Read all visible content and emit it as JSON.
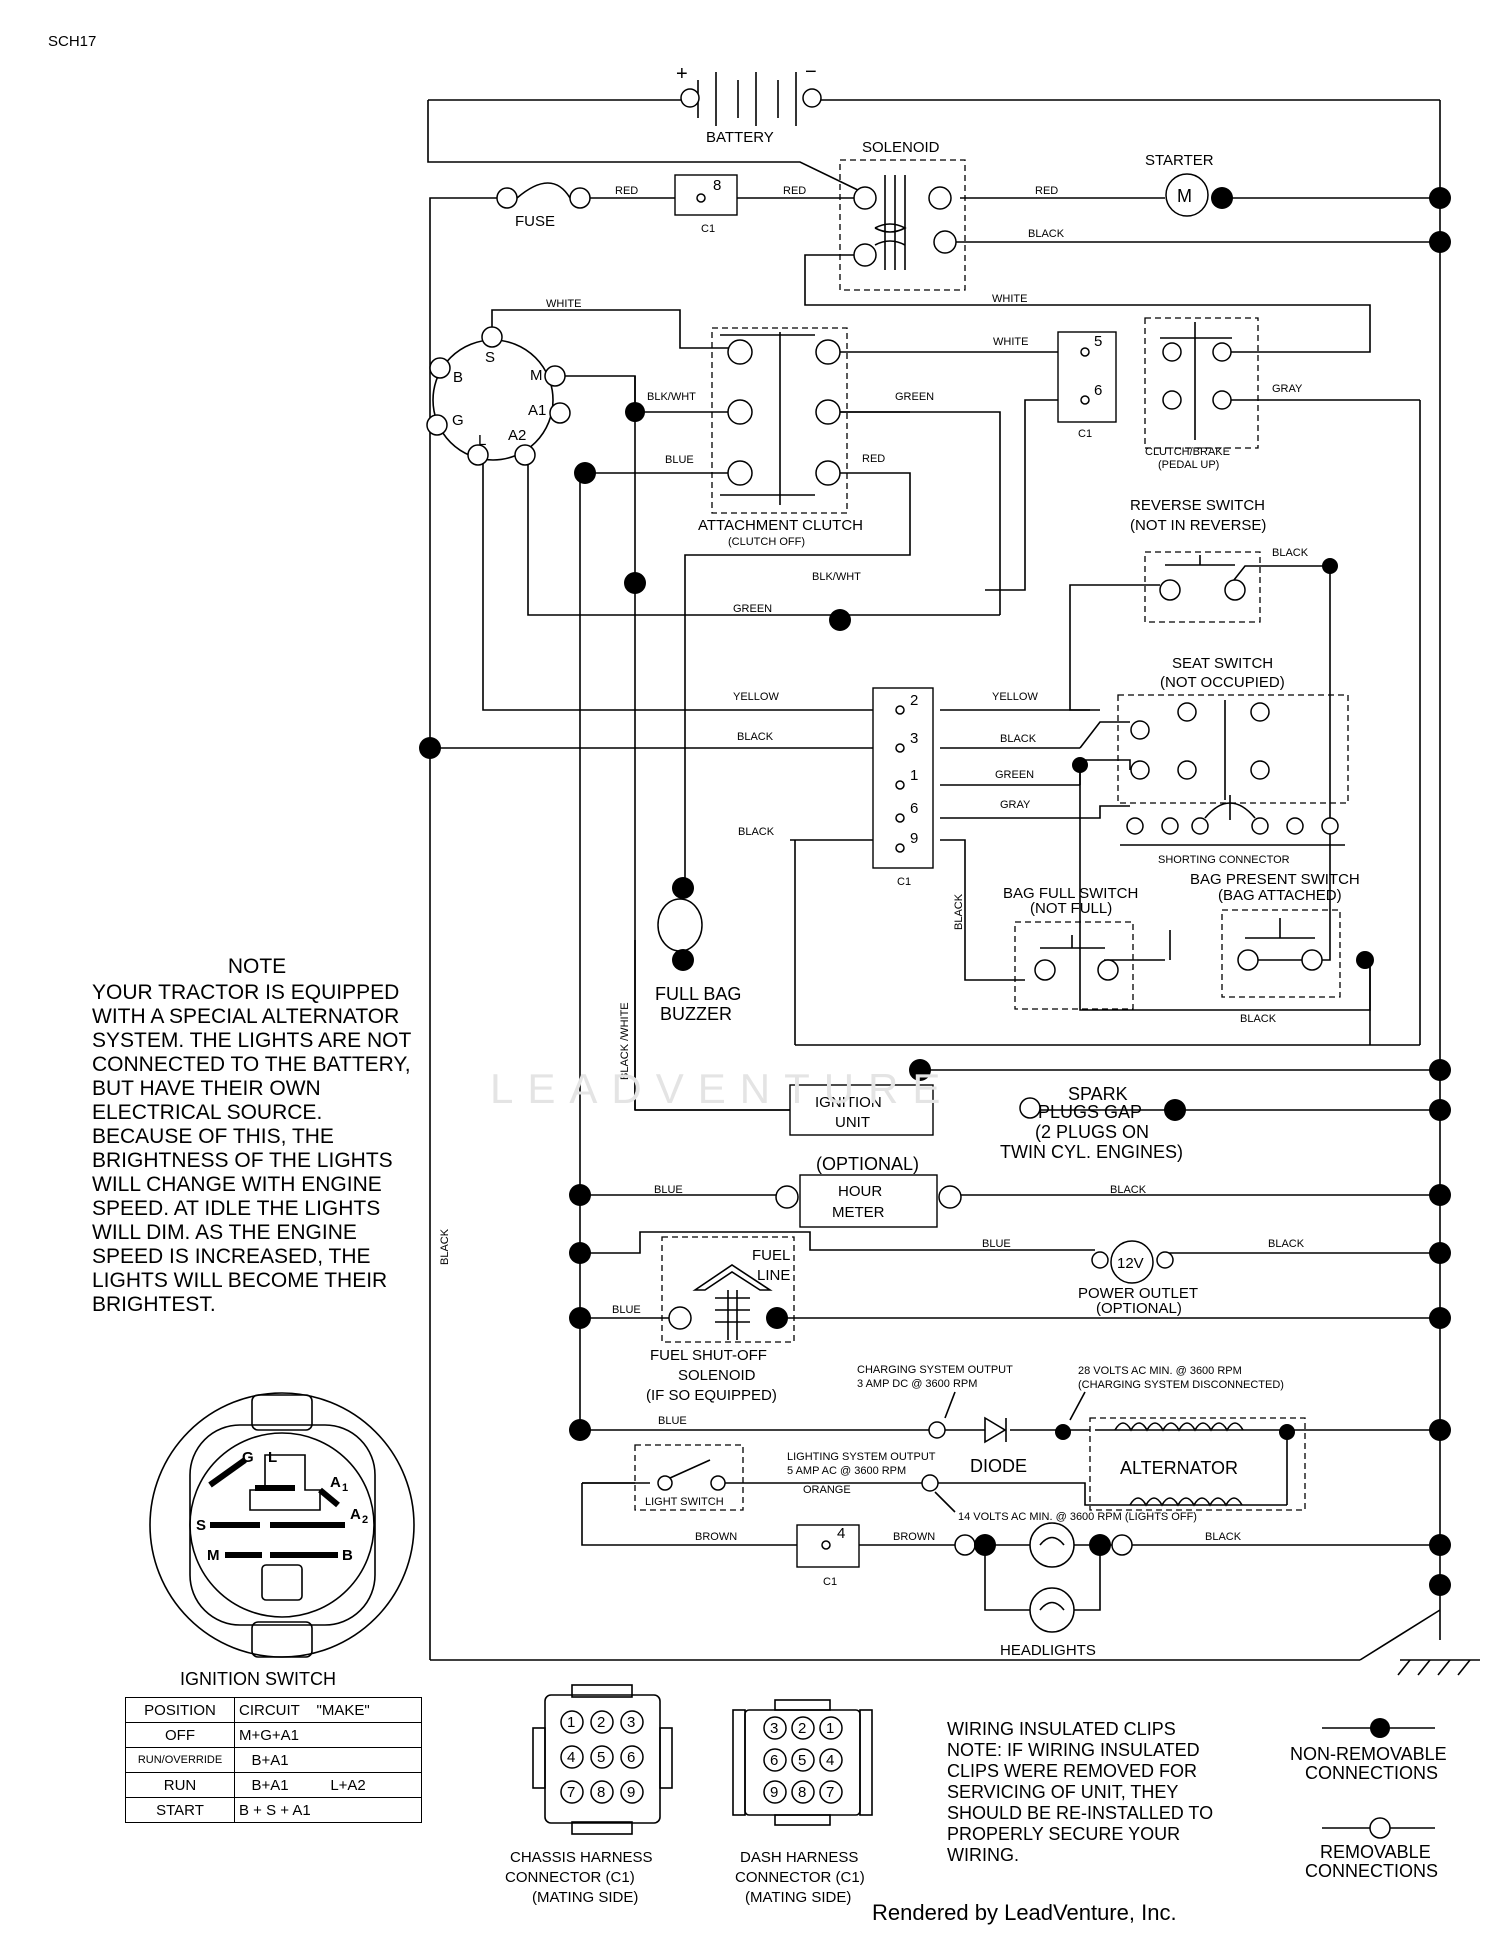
{
  "page_code": "SCH17",
  "footer": "Rendered by LeadVenture, Inc.",
  "watermark": "LEADVENTURE",
  "components": {
    "battery": "BATTERY",
    "battery_plus": "+",
    "battery_minus": "−",
    "solenoid": "SOLENOID",
    "starter": "STARTER",
    "motor_symbol": "M",
    "fuse": "FUSE",
    "connector_c1": "C1",
    "attachment_clutch": "ATTACHMENT CLUTCH",
    "attachment_clutch_sub": "(CLUTCH OFF)",
    "clutch_brake": "CLUTCH/BRAKE",
    "clutch_brake_sub": "(PEDAL UP)",
    "reverse_switch": "REVERSE SWITCH",
    "reverse_switch_sub": "(NOT IN REVERSE)",
    "seat_switch": "SEAT SWITCH",
    "seat_switch_sub": "(NOT OCCUPIED)",
    "shorting_connector": "SHORTING CONNECTOR",
    "bag_full_switch": "BAG FULL SWITCH",
    "bag_full_switch_sub": "(NOT FULL)",
    "bag_present_switch": "BAG PRESENT SWITCH",
    "bag_present_switch_sub": "(BAG ATTACHED)",
    "full_bag_buzzer_1": "FULL BAG",
    "full_bag_buzzer_2": "BUZZER",
    "ignition_unit_1": "IGNITION",
    "ignition_unit_2": "UNIT",
    "spark_plugs_1": "SPARK",
    "spark_plugs_2": "PLUGS GAP",
    "spark_plugs_3": "(2 PLUGS ON",
    "spark_plugs_4": "TWIN CYL. ENGINES)",
    "optional": "(OPTIONAL)",
    "hour_meter_1": "HOUR",
    "hour_meter_2": "METER",
    "fuel_line_1": "FUEL",
    "fuel_line_2": "LINE",
    "power_outlet_value": "12V",
    "power_outlet": "POWER OUTLET",
    "power_outlet_sub": "(OPTIONAL)",
    "fuel_solenoid_1": "FUEL SHUT-OFF",
    "fuel_solenoid_2": "SOLENOID",
    "fuel_solenoid_3": "(IF SO EQUIPPED)",
    "charging_output_1": "CHARGING SYSTEM OUTPUT",
    "charging_output_2": "3 AMP DC @ 3600 RPM",
    "alternator_test_1": "28 VOLTS AC MIN. @ 3600 RPM",
    "alternator_test_2": "(CHARGING SYSTEM DISCONNECTED)",
    "diode": "DIODE",
    "alternator": "ALTERNATOR",
    "lighting_output_1": "LIGHTING SYSTEM OUTPUT",
    "lighting_output_2": "5 AMP AC @ 3600 RPM",
    "lighting_test": "14 VOLTS AC MIN. @ 3600 RPM (LIGHTS OFF)",
    "light_switch": "LIGHT SWITCH",
    "headlights": "HEADLIGHTS",
    "ignition_switch": "IGNITION SWITCH"
  },
  "switch_terminals": {
    "b": "B",
    "s": "S",
    "m": "M",
    "a1": "A1",
    "g": "G",
    "l": "L",
    "a2": "A2"
  },
  "pins": {
    "p2": "2",
    "p3": "3",
    "p1": "1",
    "p6": "6",
    "p9": "9",
    "p5": "5",
    "p6b": "6",
    "p8": "8",
    "p4": "4"
  },
  "wires": {
    "red": "RED",
    "black": "BLACK",
    "white": "WHITE",
    "green": "GREEN",
    "gray": "GRAY",
    "blue": "BLUE",
    "blk_wht": "BLK/WHT",
    "yellow": "YELLOW",
    "orange": "ORANGE",
    "brown": "BROWN",
    "black_white": "BLACK /WHITE"
  },
  "note": {
    "heading": "NOTE",
    "body": "YOUR TRACTOR IS EQUIPPED WITH A SPECIAL ALTERNATOR SYSTEM. THE LIGHTS ARE NOT CONNECTED TO THE BATTERY, BUT HAVE THEIR OWN ELECTRICAL SOURCE. BECAUSE OF THIS, THE BRIGHTNESS OF THE LIGHTS WILL CHANGE WITH ENGINE SPEED. AT IDLE THE LIGHTS WILL DIM. AS THE ENGINE SPEED IS INCREASED, THE LIGHTS WILL BECOME THEIR BRIGHTEST."
  },
  "ignition_table": {
    "headers": {
      "position": "POSITION",
      "circuit": "CIRCUIT",
      "make": "\"MAKE\""
    },
    "rows": [
      {
        "position": "OFF",
        "circuit": "M+G+A1",
        "make": ""
      },
      {
        "position": "RUN/OVERRIDE",
        "circuit": "B+A1",
        "make": ""
      },
      {
        "position": "RUN",
        "circuit": "B+A1",
        "make": "L+A2"
      },
      {
        "position": "START",
        "circuit": "B + S + A1",
        "make": ""
      }
    ]
  },
  "ignition_switch_terminals": {
    "g": "G",
    "l": "L",
    "a1": "A",
    "a1_sub": "1",
    "s": "S",
    "a2": "A",
    "a2_sub": "2",
    "m": "M",
    "b": "B"
  },
  "chassis_connector": {
    "label_1": "CHASSIS HARNESS",
    "label_2": "CONNECTOR (C1)",
    "label_3": "(MATING SIDE)",
    "pins": [
      "1",
      "2",
      "3",
      "4",
      "5",
      "6",
      "7",
      "8",
      "9"
    ]
  },
  "dash_connector": {
    "label_1": "DASH HARNESS",
    "label_2": "CONNECTOR (C1)",
    "label_3": "(MATING SIDE)",
    "pins": [
      "3",
      "2",
      "1",
      "6",
      "5",
      "4",
      "9",
      "8",
      "7"
    ]
  },
  "clips_note": [
    "WIRING INSULATED CLIPS",
    "NOTE: IF WIRING INSULATED",
    "CLIPS WERE REMOVED FOR",
    "SERVICING OF UNIT, THEY",
    "SHOULD BE RE-INSTALLED TO",
    "PROPERLY SECURE YOUR",
    "WIRING."
  ],
  "legend": {
    "non_removable_1": "NON-REMOVABLE",
    "non_removable_2": "CONNECTIONS",
    "removable_1": "REMOVABLE",
    "removable_2": "CONNECTIONS"
  }
}
